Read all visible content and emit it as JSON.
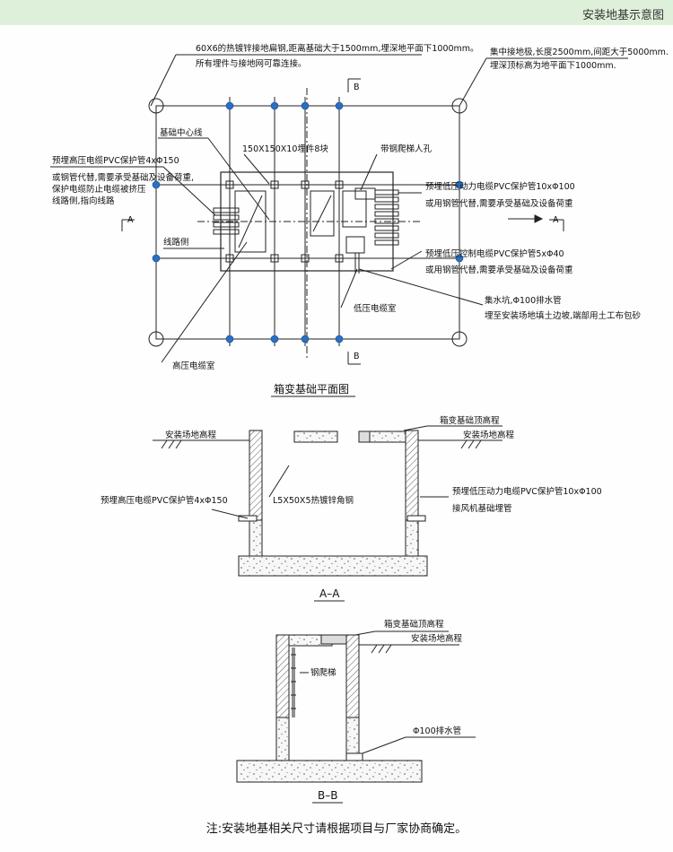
{
  "header": {
    "title": "安装地基示意图"
  },
  "plan": {
    "title": "箱变基础平面图",
    "notes": {
      "ground_flat_steel_1": "60X6的热镀锌接地扁钢,距离基础大于1500mm,埋深地平面下1000mm。",
      "ground_flat_steel_2": "所有埋件与接地网可靠连接。",
      "ground_rod_1": "集中接地极,长度2500mm,间距大于5000mm.",
      "ground_rod_2": "埋深顶标高为地平面下1000mm.",
      "foundation_center": "基础中心线",
      "embedded_parts": "150X150X10埋件8块",
      "ladder_manhole": "带钢爬梯人孔",
      "hv_pipe_1": "预埋高压电缆PVC保护管4xΦ150",
      "hv_pipe_2": "或钢管代替,需要承受基础及设备荷重,",
      "hv_pipe_3": "保护电缆防止电缆被挤压",
      "hv_pipe_4": "线路侧,指向线路",
      "lv_power_pipe": "预埋低压动力电缆PVC保护管10xΦ100",
      "lv_power_alt": "或用钢管代替,需要承受基础及设备荷重",
      "lv_control_pipe": "预埋低压控制电缆PVC保护管5xΦ40",
      "lv_control_alt": "或用钢管代替,需要承受基础及设备荷重",
      "line_side": "线路侧",
      "lv_room": "低压电缆室",
      "hv_room": "高压电缆室",
      "sump_1": "集水坑,Φ100排水管",
      "sump_2": "埋至安装场地填土边坡,端部用土工布包砂"
    },
    "section_marks": {
      "a": "A",
      "b": "B"
    }
  },
  "section_aa": {
    "title": "A–A",
    "labels": {
      "site_elevation_left": "安装场地高程",
      "box_top": "箱变基础顶高程",
      "site_elevation_right": "安装场地高程",
      "angle_steel": "L5X50X5热镀锌角钢",
      "hv_pipe": "预埋高压电缆PVC保护管4xΦ150",
      "lv_pipe": "预埋低压动力电缆PVC保护管10xΦ100",
      "fan_pipe": "接风机基础埋管"
    }
  },
  "section_bb": {
    "title": "B–B",
    "labels": {
      "box_top": "箱变基础顶高程",
      "site_elevation": "安装场地高程",
      "ladder": "钢爬梯",
      "drain": "Φ100排水管"
    }
  },
  "footer": {
    "note": "注:安装地基相关尺寸请根据项目与厂家协商确定。"
  },
  "colors": {
    "header_bg": "#dff0da",
    "marker_blue": "#2b6fc2",
    "concrete": "#f3f3f3"
  }
}
